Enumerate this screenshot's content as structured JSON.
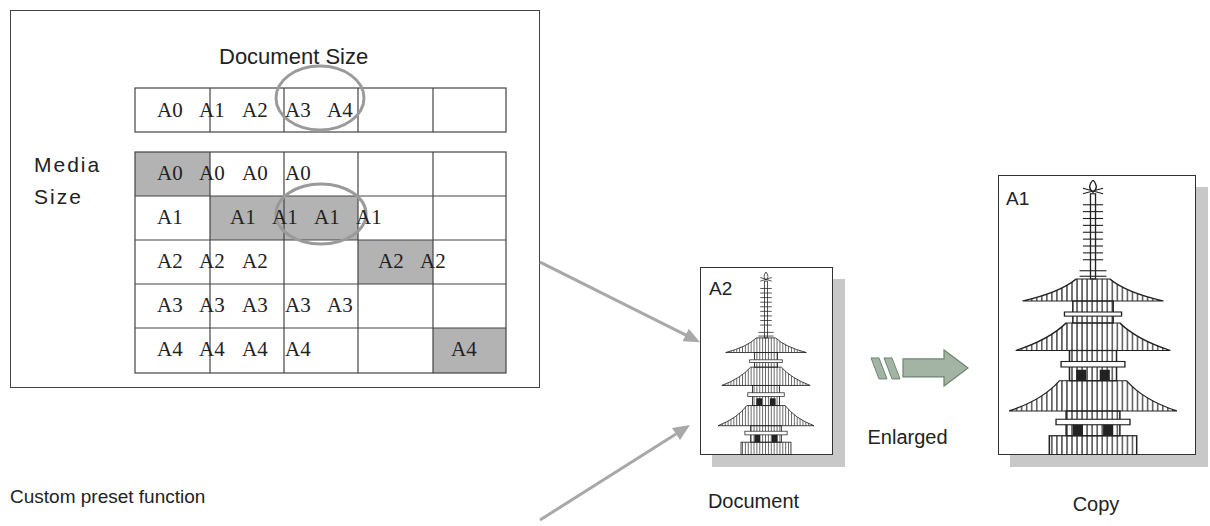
{
  "diagram": {
    "nodes": [
      {
        "text": [
          "Document Size",
          "Media Size"
        ]
      },
      {
        "text": [
          "A2",
          "Document"
        ]
      },
      {
        "text": [
          "A1",
          "Copy"
        ]
      }
    ],
    "edges": [
      {
        "from": 0,
        "to": 1,
        "arrow": "to"
      },
      {
        "from": 1,
        "to": 2,
        "arrow": "to",
        "label": "Enlarged"
      }
    ],
    "labels": [
      "A0",
      "A1",
      "A2",
      "A3",
      "A4",
      "A0",
      "A0",
      "A0",
      "A0",
      "A1",
      "A1",
      "A1",
      "A1",
      "A1",
      "A2",
      "A2",
      "A2",
      "A2",
      "A2",
      "A3",
      "A3",
      "A3",
      "A3",
      "A3",
      "A4",
      "A4",
      "A4",
      "A4",
      "A4",
      "Custom preset function"
    ]
  }
}
